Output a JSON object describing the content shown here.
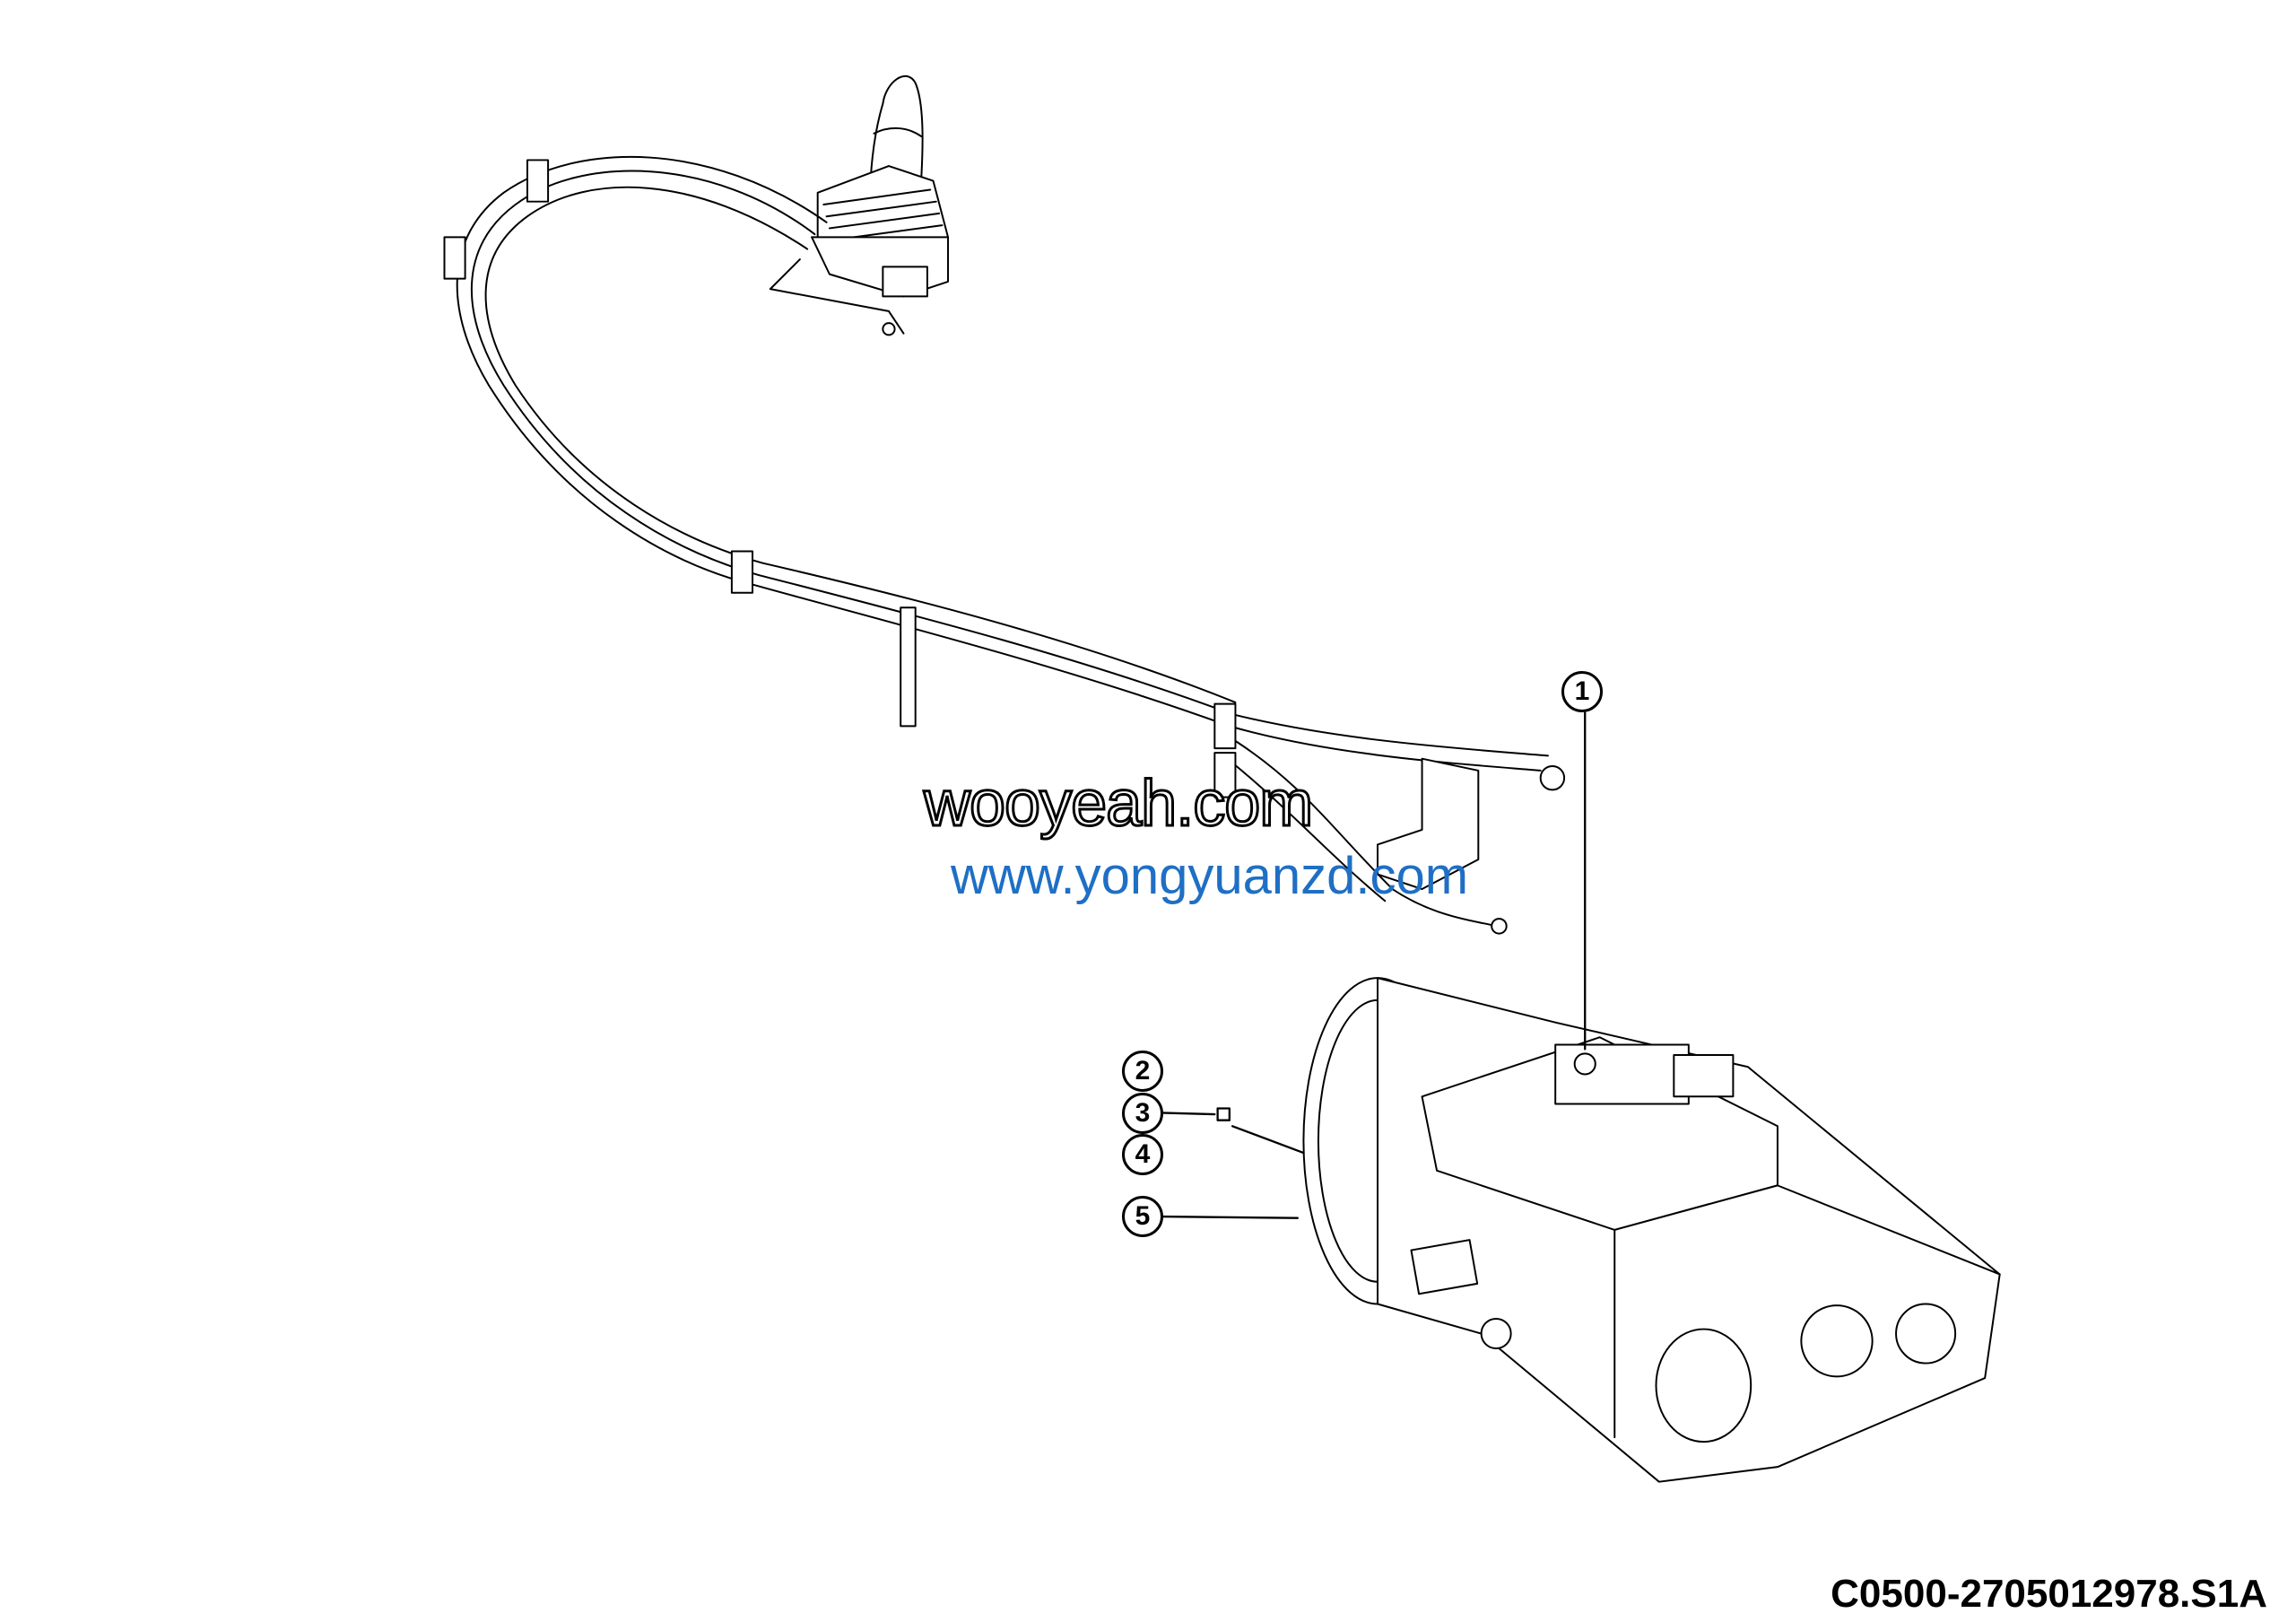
{
  "diagram": {
    "drawing_code": "C0500-2705012978.S1A",
    "callouts": [
      "1",
      "2",
      "3",
      "4",
      "5"
    ],
    "watermarks": [
      "wooyeah.com",
      "www.yongyuanzd.com"
    ],
    "components": [
      "gear-shift-lever",
      "shift-cables",
      "cable-brackets",
      "transmission"
    ]
  }
}
